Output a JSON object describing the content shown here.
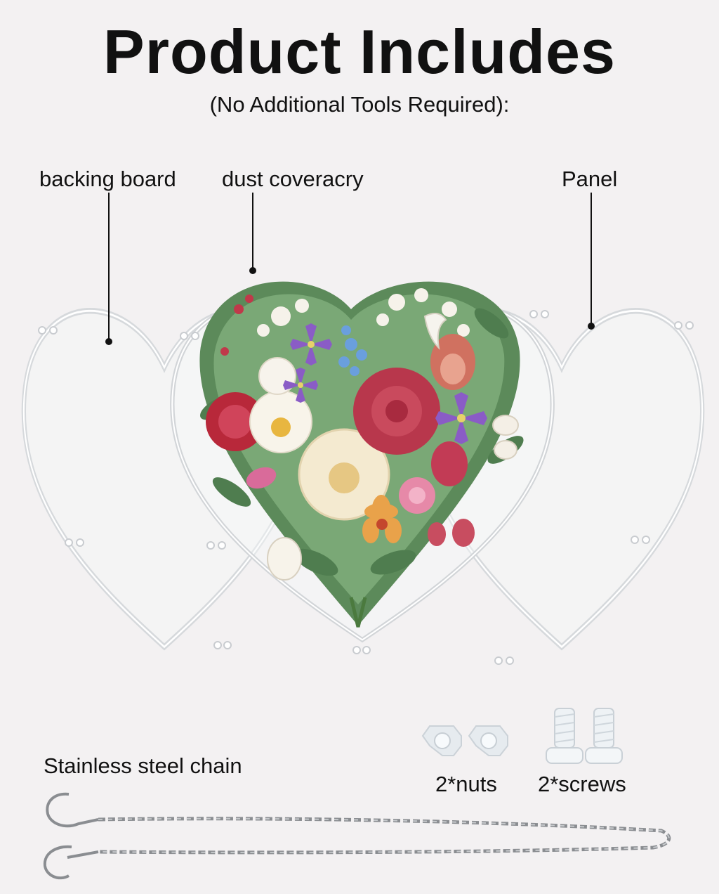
{
  "header": {
    "title": "Product Includes",
    "subtitle": "(No Additional Tools Required):"
  },
  "parts": {
    "backing_board": "backing board",
    "dust_cover": "dust coveracry",
    "panel": "Panel"
  },
  "accessories": {
    "chain": "Stainless steel chain",
    "nuts": "2*nuts",
    "screws": "2*screws"
  },
  "colors": {
    "background": "#f3f1f2",
    "text": "#111111",
    "acrylic_edge": "#d6d9dc",
    "chain": "#8a8d91"
  },
  "illustration": {
    "subject": "floral heart bouquet",
    "flowers": [
      "red peony",
      "white peony",
      "cream rose",
      "purple clematis",
      "orange orchid",
      "blue delphinium",
      "pink ranunculus",
      "protea",
      "calla lily"
    ]
  }
}
